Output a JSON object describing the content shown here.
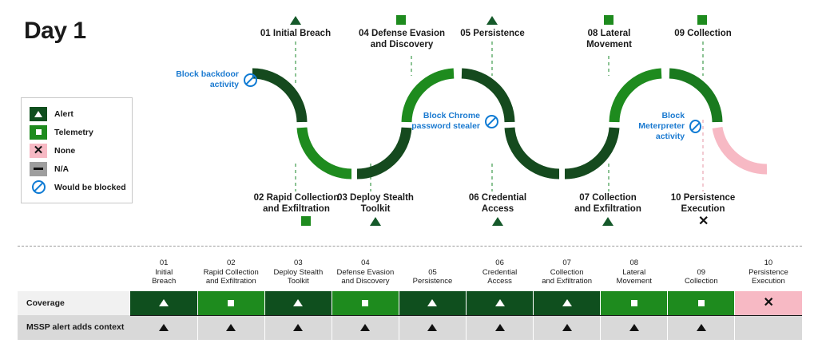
{
  "title": "Day 1",
  "colors": {
    "alert_dark_green": "#0f4f1e",
    "telemetry_green": "#1e8b1e",
    "none_pink": "#f7b9c4",
    "na_grey": "#9e9e9e",
    "blocked_blue": "#0f7bd4",
    "row_label_light": "#f1f1f1",
    "row_label_grey": "#d9d9d9"
  },
  "legend": {
    "items": [
      {
        "label": "Alert",
        "glyph": "triangle-white",
        "swatch": "#0f4f1e"
      },
      {
        "label": "Telemetry",
        "glyph": "square-white",
        "swatch": "#1e8b1e"
      },
      {
        "label": "None",
        "glyph": "x-black",
        "swatch": "#f7b9c4"
      },
      {
        "label": "N/A",
        "glyph": "dash-black",
        "swatch": "#9e9e9e"
      },
      {
        "label": "Would be blocked",
        "glyph": "no-entry-icon",
        "swatch": "none"
      }
    ]
  },
  "chain": {
    "nodes": [
      {
        "id": "01",
        "label": "01 Initial Breach",
        "marker": "triangle",
        "position": "top"
      },
      {
        "id": "02",
        "label": "02 Rapid Collection\nand Exfiltration",
        "marker": "square",
        "position": "bottom"
      },
      {
        "id": "03",
        "label": "03 Deploy Stealth\nToolkit",
        "marker": "triangle",
        "position": "bottom"
      },
      {
        "id": "04",
        "label": "04 Defense Evasion\nand Discovery",
        "marker": "square",
        "position": "top"
      },
      {
        "id": "05",
        "label": "05 Persistence",
        "marker": "triangle",
        "position": "top"
      },
      {
        "id": "06",
        "label": "06 Credential\nAccess",
        "marker": "triangle",
        "position": "bottom"
      },
      {
        "id": "07",
        "label": "07 Collection\nand Exfiltration",
        "marker": "triangle",
        "position": "bottom"
      },
      {
        "id": "08",
        "label": "08 Lateral\nMovement",
        "marker": "square",
        "position": "top"
      },
      {
        "id": "09",
        "label": "09 Collection",
        "marker": "square",
        "position": "top"
      },
      {
        "id": "10",
        "label": "10 Persistence\nExecution",
        "marker": "x",
        "position": "bottom"
      }
    ],
    "callouts": [
      {
        "text": "Block backdoor\nactivity"
      },
      {
        "text": "Block Chrome\npassword stealer"
      },
      {
        "text": "Block Meterpreter\nactivity"
      }
    ]
  },
  "table": {
    "columns": [
      {
        "num": "01",
        "name": "Initial\nBreach"
      },
      {
        "num": "02",
        "name": "Rapid Collection\nand Exfiltration"
      },
      {
        "num": "03",
        "name": "Deploy Stealth\nToolkit"
      },
      {
        "num": "04",
        "name": "Defense Evasion\nand Discovery"
      },
      {
        "num": "05",
        "name": "Persistence"
      },
      {
        "num": "06",
        "name": "Credential\nAccess"
      },
      {
        "num": "07",
        "name": "Collection\nand Exfiltration"
      },
      {
        "num": "08",
        "name": "Lateral\nMovement"
      },
      {
        "num": "09",
        "name": "Collection"
      },
      {
        "num": "10",
        "name": "Persistence\nExecution"
      }
    ],
    "rows": [
      {
        "label": "Coverage",
        "cells": [
          {
            "state": "alert"
          },
          {
            "state": "telemetry"
          },
          {
            "state": "alert"
          },
          {
            "state": "telemetry"
          },
          {
            "state": "alert"
          },
          {
            "state": "alert"
          },
          {
            "state": "alert"
          },
          {
            "state": "telemetry"
          },
          {
            "state": "telemetry"
          },
          {
            "state": "none"
          }
        ]
      },
      {
        "label": "MSSP alert adds context",
        "cells": [
          {
            "state": "alert-grey"
          },
          {
            "state": "alert-grey"
          },
          {
            "state": "alert-grey"
          },
          {
            "state": "alert-grey"
          },
          {
            "state": "alert-grey"
          },
          {
            "state": "alert-grey"
          },
          {
            "state": "alert-grey"
          },
          {
            "state": "alert-grey"
          },
          {
            "state": "alert-grey"
          },
          {
            "state": "empty-grey"
          }
        ]
      }
    ]
  }
}
